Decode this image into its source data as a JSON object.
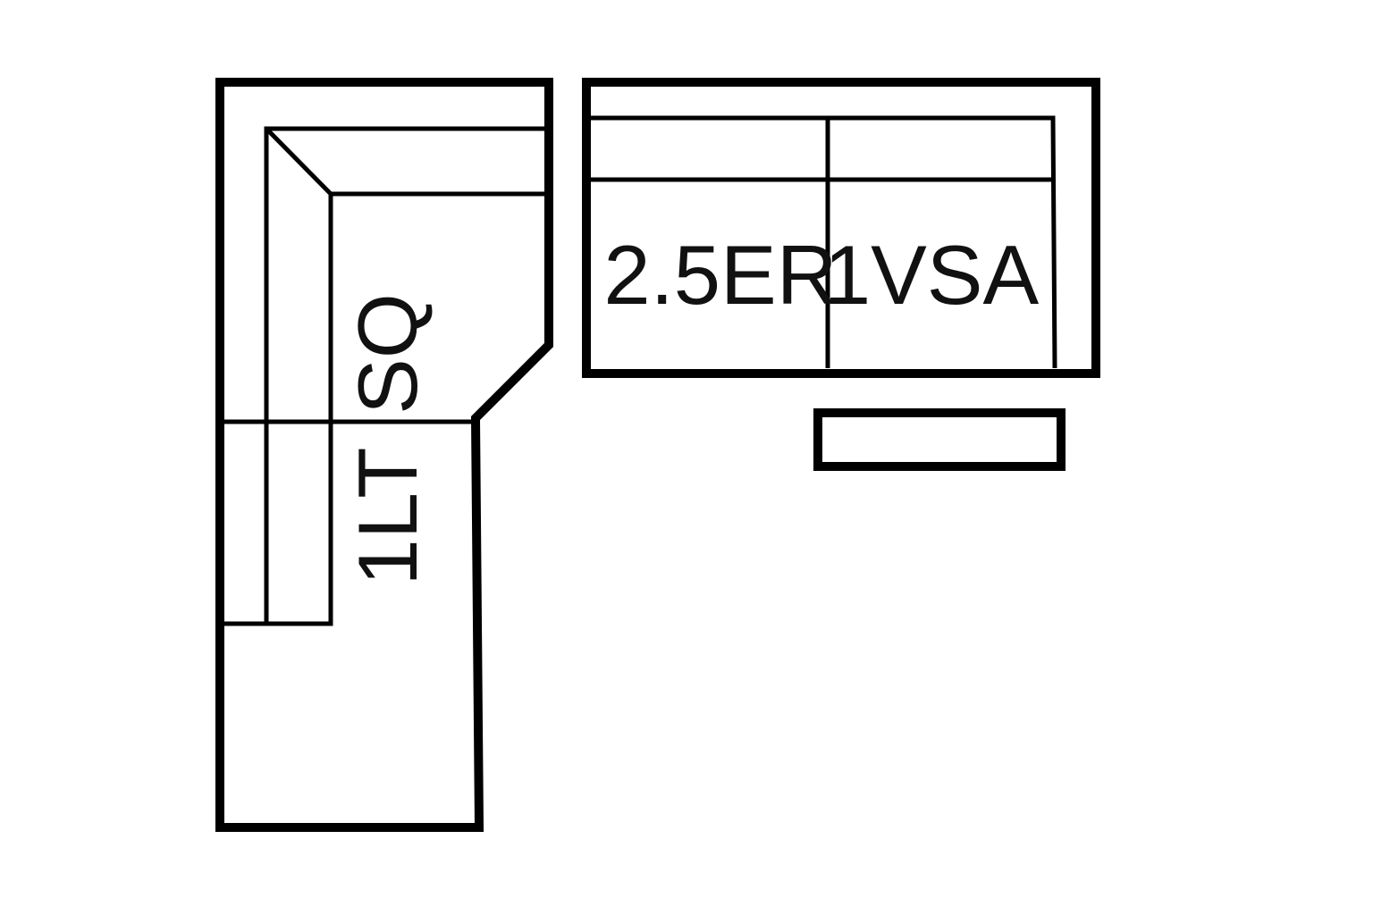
{
  "modules": {
    "corner_label": "SQ",
    "left_arm_label": "1LT",
    "sofa_label": "2.5ER",
    "chair_label": "1VSA"
  },
  "colors": {
    "line": "#000000",
    "text": "#111111",
    "background": "#ffffff"
  }
}
